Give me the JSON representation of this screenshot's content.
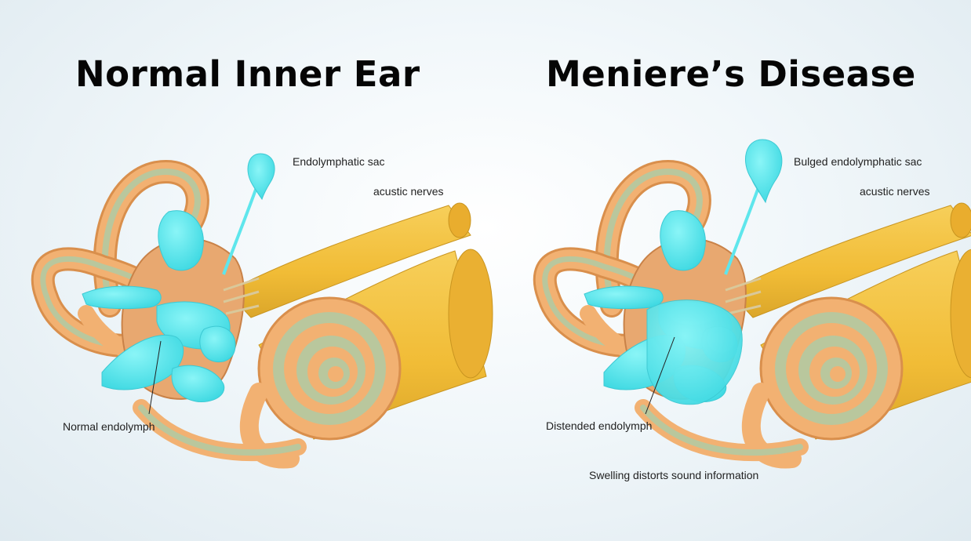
{
  "titles": {
    "left": "Normal Inner Ear",
    "right": "Meniere’s Disease"
  },
  "left_panel": {
    "endolymphatic_sac_label": "Endolymphatic sac",
    "nerves_label": "acustic nerves",
    "endolymph_label": "Normal endolymph"
  },
  "right_panel": {
    "endolymphatic_sac_label": "Bulged endolymphatic sac",
    "nerves_label": "acustic nerves",
    "endolymph_label": "Distended endolymph",
    "caption": "Swelling distorts sound information"
  },
  "colors": {
    "bone": "#f2b172",
    "bone_inner": "#b7c79a",
    "nerve": "#f1bf3d",
    "fluid": "#5ee6ec"
  }
}
